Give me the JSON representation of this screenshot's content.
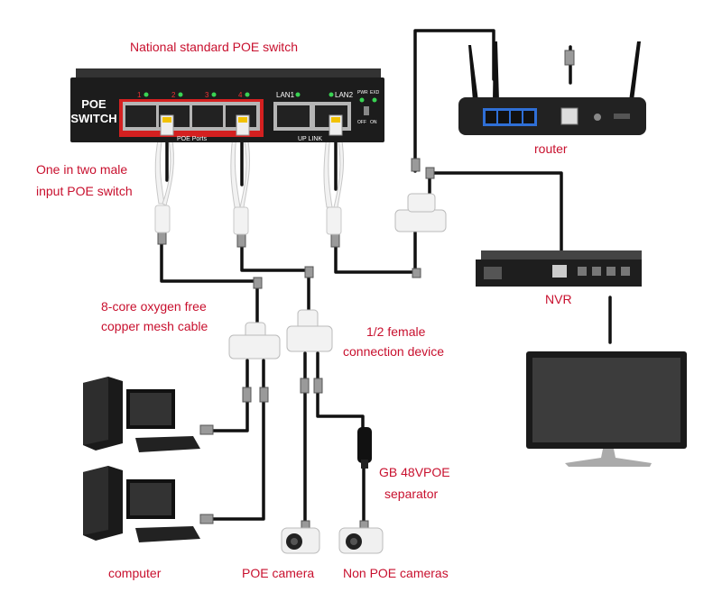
{
  "labels": {
    "poe_switch": "National standard POE switch",
    "one_in_two": [
      "One in two male",
      "input POE switch"
    ],
    "router": "router",
    "nvr": "NVR",
    "cable": [
      "8-core oxygen free",
      "copper mesh cable"
    ],
    "female": [
      "1/2 female",
      "connection device"
    ],
    "separator": [
      "GB 48VPOE",
      "separator"
    ],
    "computer": "computer",
    "poe_camera": "POE camera",
    "non_poe_cameras": "Non POE cameras"
  },
  "switch_panel": {
    "brand": [
      "POE",
      "SWITCH"
    ],
    "port_numbers": [
      "1",
      "2",
      "3",
      "4"
    ],
    "lan1": "LAN1",
    "lan2": "LAN2",
    "poe_ports": "POE   Ports",
    "uplink": "UP LINK",
    "pwr": "PWR",
    "ext": "EXD",
    "off": "OFF",
    "on": "ON"
  },
  "colors": {
    "label_red": "#c8102e",
    "label_dark": "#222222",
    "cable": "#111111",
    "switch_body": "#1c1c1c",
    "poe_frame": "#d42020"
  }
}
